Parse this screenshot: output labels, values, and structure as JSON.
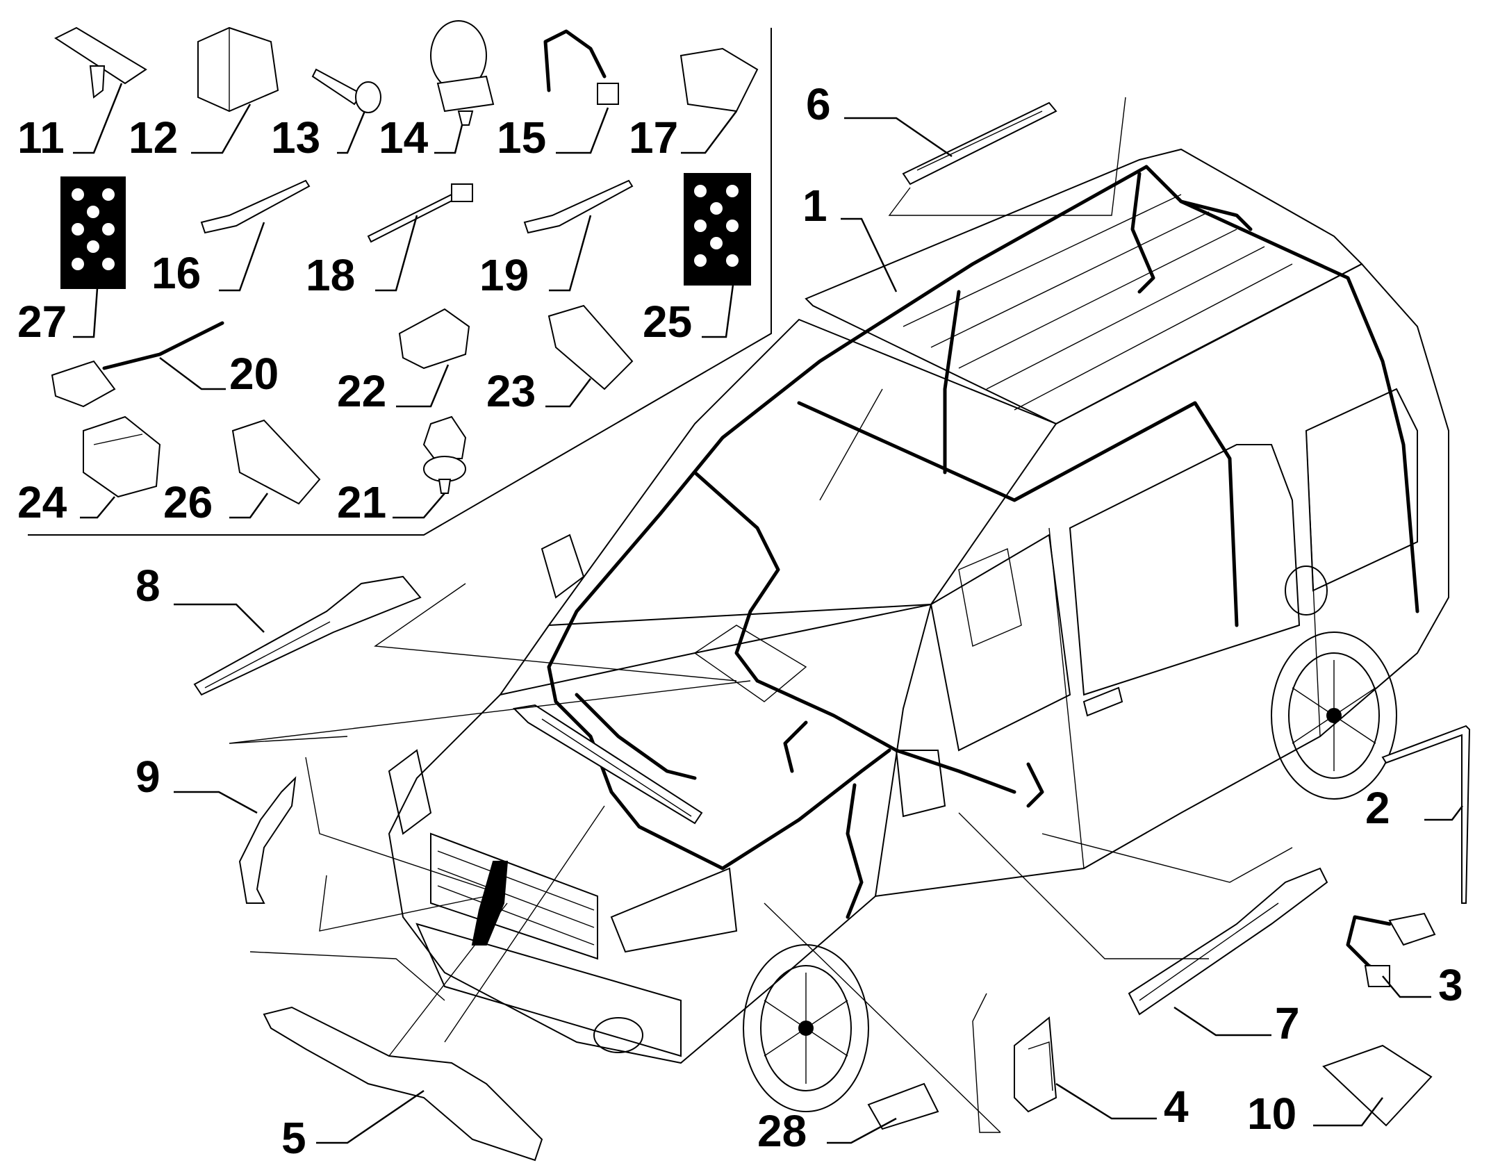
{
  "callouts": [
    {
      "id": "1",
      "label": "1",
      "kind": "wiring harness"
    },
    {
      "id": "2",
      "label": "2"
    },
    {
      "id": "3",
      "label": "3"
    },
    {
      "id": "4",
      "label": "4"
    },
    {
      "id": "5",
      "label": "5"
    },
    {
      "id": "6",
      "label": "6"
    },
    {
      "id": "7",
      "label": "7"
    },
    {
      "id": "8",
      "label": "8"
    },
    {
      "id": "9",
      "label": "9"
    },
    {
      "id": "10",
      "label": "10"
    },
    {
      "id": "11",
      "label": "11"
    },
    {
      "id": "12",
      "label": "12"
    },
    {
      "id": "13",
      "label": "13"
    },
    {
      "id": "14",
      "label": "14"
    },
    {
      "id": "15",
      "label": "15"
    },
    {
      "id": "16",
      "label": "16"
    },
    {
      "id": "17",
      "label": "17"
    },
    {
      "id": "18",
      "label": "18"
    },
    {
      "id": "19",
      "label": "19"
    },
    {
      "id": "20",
      "label": "20"
    },
    {
      "id": "21",
      "label": "21"
    },
    {
      "id": "22",
      "label": "22"
    },
    {
      "id": "23",
      "label": "23"
    },
    {
      "id": "24",
      "label": "24"
    },
    {
      "id": "25",
      "label": "25"
    },
    {
      "id": "26",
      "label": "26"
    },
    {
      "id": "27",
      "label": "27"
    },
    {
      "id": "28",
      "label": "28"
    }
  ],
  "colors": {
    "line": "#000000",
    "background": "#ffffff"
  }
}
